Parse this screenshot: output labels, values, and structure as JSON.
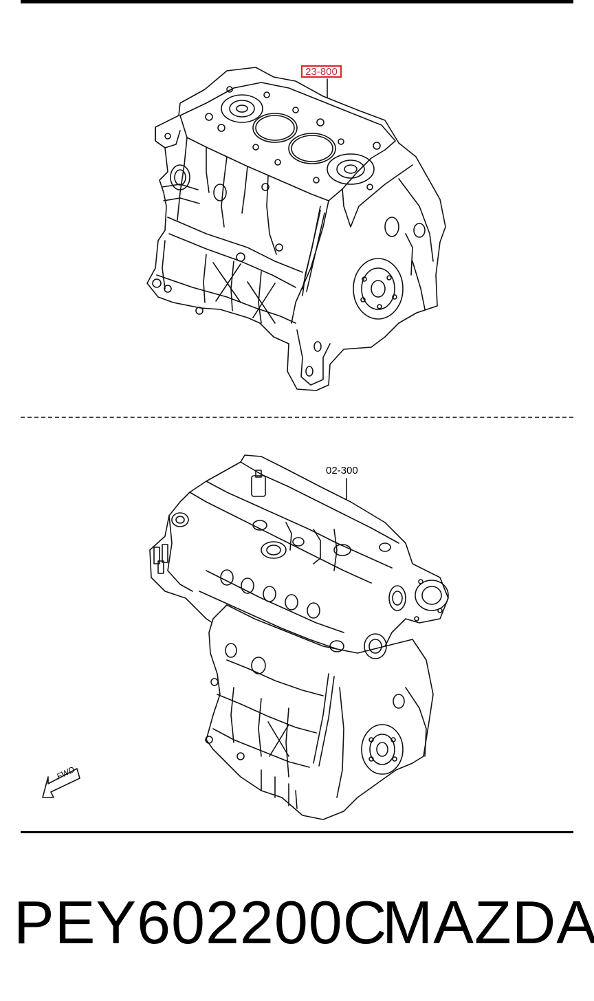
{
  "diagram": {
    "callouts": {
      "top_part_ref": "23-800",
      "bottom_part_ref": "02-300"
    },
    "direction_marker": "FWD",
    "highlight_color": "#e0202a"
  },
  "footer": {
    "part_number": "PEY602200C",
    "brand": "MAZDA"
  }
}
